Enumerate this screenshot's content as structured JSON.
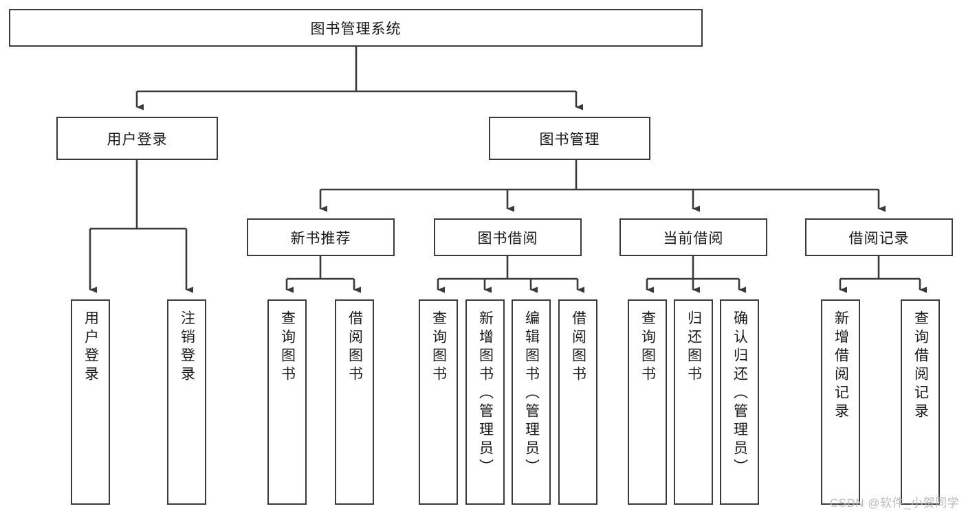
{
  "diagram": {
    "type": "tree-hierarchy-chart",
    "title": "图书管理系统",
    "watermark": "CSDN @软件_小贺同学",
    "colors": {
      "box_border": "#3a3a3a",
      "box_fill": "#ffffff",
      "connector": "#3a3a3a",
      "text": "#1a1a1a",
      "watermark": "#b9b9b9"
    },
    "nodes": {
      "root": {
        "label": "图书管理系统",
        "orientation": "horizontal"
      },
      "level2": [
        {
          "id": "user-login",
          "label": "用户登录",
          "orientation": "horizontal"
        },
        {
          "id": "book-manage",
          "label": "图书管理",
          "orientation": "horizontal"
        }
      ],
      "level3": [
        {
          "id": "new-book-recommend",
          "label": "新书推荐",
          "orientation": "horizontal"
        },
        {
          "id": "book-borrow",
          "label": "图书借阅",
          "orientation": "horizontal"
        },
        {
          "id": "current-borrow",
          "label": "当前借阅",
          "orientation": "horizontal"
        },
        {
          "id": "borrow-record",
          "label": "借阅记录",
          "orientation": "horizontal"
        }
      ],
      "leaves": [
        {
          "id": "leaf-user-login",
          "label": "用户登录",
          "orientation": "vertical",
          "parent": "user-login"
        },
        {
          "id": "leaf-user-logout",
          "label": "注销登录",
          "orientation": "vertical",
          "parent": "user-login"
        },
        {
          "id": "leaf-query-book-1",
          "label": "查询图书",
          "orientation": "vertical",
          "parent": "new-book-recommend"
        },
        {
          "id": "leaf-borrow-book-1",
          "label": "借阅图书",
          "orientation": "vertical",
          "parent": "new-book-recommend"
        },
        {
          "id": "leaf-query-book-2",
          "label": "查询图书",
          "orientation": "vertical",
          "parent": "book-borrow"
        },
        {
          "id": "leaf-add-book",
          "label": "新增图书（管理员）",
          "orientation": "vertical",
          "parent": "book-borrow"
        },
        {
          "id": "leaf-edit-book",
          "label": "编辑图书（管理员）",
          "orientation": "vertical",
          "parent": "book-borrow"
        },
        {
          "id": "leaf-borrow-book-2",
          "label": "借阅图书",
          "orientation": "vertical",
          "parent": "book-borrow"
        },
        {
          "id": "leaf-query-book-3",
          "label": "查询图书",
          "orientation": "vertical",
          "parent": "current-borrow"
        },
        {
          "id": "leaf-return-book",
          "label": "归还图书",
          "orientation": "vertical",
          "parent": "current-borrow"
        },
        {
          "id": "leaf-confirm-return",
          "label": "确认归还（管理员）",
          "orientation": "vertical",
          "parent": "current-borrow"
        },
        {
          "id": "leaf-add-record",
          "label": "新增借阅记录",
          "orientation": "vertical",
          "parent": "borrow-record"
        },
        {
          "id": "leaf-query-record",
          "label": "查询借阅记录",
          "orientation": "vertical",
          "parent": "borrow-record"
        }
      ]
    }
  }
}
